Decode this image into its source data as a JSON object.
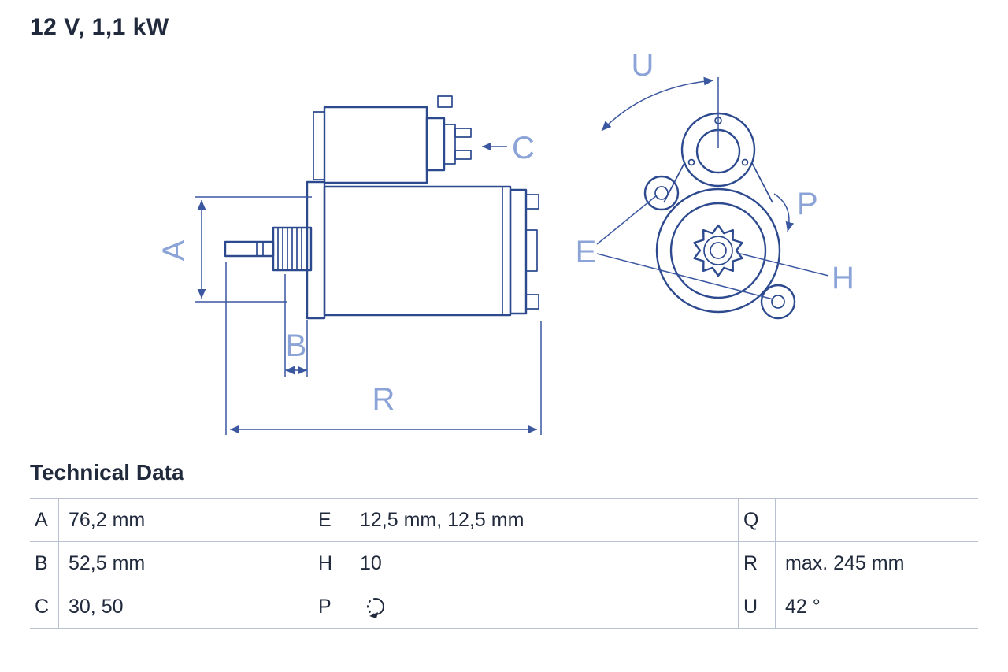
{
  "title": "12 V, 1,1 kW",
  "drawing": {
    "labels": {
      "a": "A",
      "b": "B",
      "c": "C",
      "r": "R",
      "u": "U",
      "p": "P",
      "e": "E",
      "h": "H"
    }
  },
  "technical_data": {
    "heading": "Technical Data",
    "rows": [
      {
        "k1": "A",
        "v1": "76,2 mm",
        "k2": "E",
        "v2": "12,5 mm, 12,5 mm",
        "k3": "Q",
        "v3": ""
      },
      {
        "k1": "B",
        "v1": "52,5 mm",
        "k2": "H",
        "v2": "10",
        "k3": "R",
        "v3": "max. 245 mm"
      },
      {
        "k1": "C",
        "v1": "30, 50",
        "k2": "P",
        "v2": "",
        "k3": "U",
        "v3": "42 °"
      }
    ],
    "p_cell_icon": "rotation-clockwise-icon"
  },
  "colors": {
    "geometry_line": "#2d4a8f",
    "dimension_line": "#3a57a0",
    "dimension_label": "#8ba3d6",
    "text": "#202a3c",
    "table_border": "#b8c1cf"
  }
}
